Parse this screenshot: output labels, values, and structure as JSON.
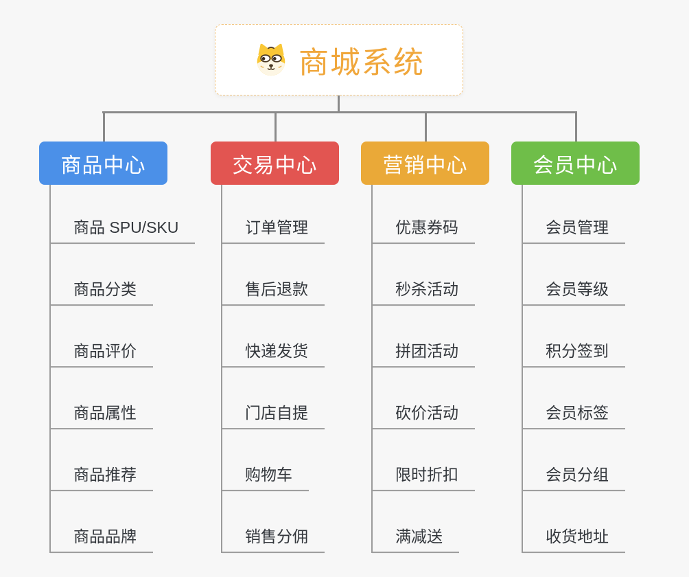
{
  "root": {
    "title": "商城系统",
    "icon": "dog-face-icon"
  },
  "branches": [
    {
      "label": "商品中心",
      "color": "#4b90e8",
      "children": [
        "商品 SPU/SKU",
        "商品分类",
        "商品评价",
        "商品属性",
        "商品推荐",
        "商品品牌"
      ]
    },
    {
      "label": "交易中心",
      "color": "#e25551",
      "children": [
        "订单管理",
        "售后退款",
        "快递发货",
        "门店自提",
        "购物车",
        "销售分佣"
      ]
    },
    {
      "label": "营销中心",
      "color": "#eaa938",
      "children": [
        "优惠券码",
        "秒杀活动",
        "拼团活动",
        "砍价活动",
        "限时折扣",
        "满减送"
      ]
    },
    {
      "label": "会员中心",
      "color": "#6fbe49",
      "children": [
        "会员管理",
        "会员等级",
        "积分签到",
        "会员标签",
        "会员分组",
        "收货地址"
      ]
    }
  ],
  "colors": {
    "background": "#f7f7f7",
    "connector": "#8a8a8a",
    "leaf_line": "#9b9b9b",
    "leaf_text": "#33373c",
    "root_text": "#f0a73c",
    "root_border": "#f2c47e",
    "icon_gold": "#f9c736"
  }
}
